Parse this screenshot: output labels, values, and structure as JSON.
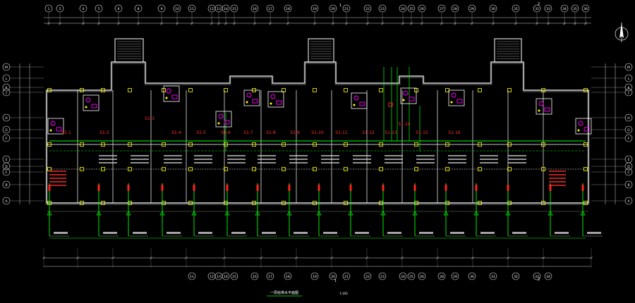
{
  "drawing": {
    "title": "一层给排水平面图",
    "scale": "1:100",
    "section_mark": "1",
    "section_mark_2": "2"
  },
  "grid_top": [
    "1",
    "2",
    "4",
    "5",
    "6",
    "8",
    "9",
    "10",
    "11",
    "12",
    "13",
    "14",
    "15",
    "16",
    "17",
    "18",
    "19",
    "20",
    "21",
    "22",
    "23",
    "24",
    "25",
    "26",
    "27",
    "28",
    "29",
    "30",
    "31",
    "32",
    "33",
    "34",
    "35",
    "36"
  ],
  "grid_bottom": [
    "11",
    "12",
    "13",
    "14",
    "15",
    "16",
    "17",
    "18",
    "19",
    "20",
    "21",
    "22",
    "23",
    "24",
    "25",
    "26",
    "28",
    "29",
    "30",
    "31",
    "32",
    "33",
    "34"
  ],
  "grid_left": [
    "M",
    "L",
    "K",
    "J",
    "H",
    "G",
    "F",
    "E",
    "D",
    "C",
    "B",
    "A"
  ],
  "grid_right": [
    "M",
    "L",
    "K",
    "J",
    "H",
    "G",
    "F",
    "E",
    "D",
    "C",
    "B",
    "A"
  ],
  "units": [
    "S1-1",
    "S1-2",
    "S1-3",
    "S1-4",
    "S1-5",
    "S1-6",
    "S1-7",
    "S1-8",
    "S1-9",
    "S1-10",
    "S1-11",
    "S1-12",
    "S1-13",
    "S1-14",
    "S1-15",
    "S1-16"
  ],
  "colors": {
    "background": "#000000",
    "wall": "#ffffff",
    "wall_hatch": "#9a9a9a",
    "grid_line": "#a0a0a0",
    "dimension": "#cfcfcf",
    "supply_pipe": "#00ff00",
    "riser": "#ff2020",
    "fixture": "#ff00ff",
    "column": "#ffff00",
    "unit_label": "#ff3030"
  },
  "icons": [
    "north-arrow-icon"
  ]
}
